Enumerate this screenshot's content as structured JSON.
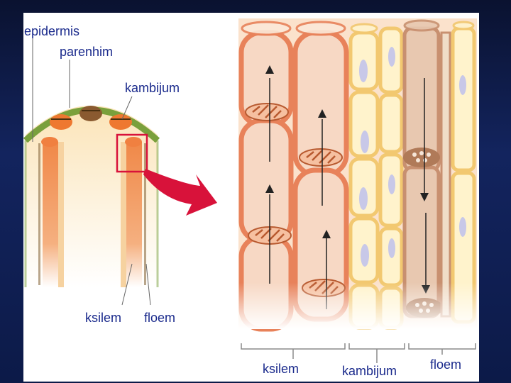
{
  "labels": {
    "epidermis": "epidermis",
    "parenhim": "parenhim",
    "kambijum_left": "kambijum",
    "ksilem_left": "ksilem",
    "floem_left": "floem",
    "ksilem_right": "ksilem",
    "kambijum_right": "kambijum",
    "floem_right": "floem"
  },
  "colors": {
    "background": "#0b1640",
    "label_text": "#1a2a8c",
    "arrow": "#d8123a",
    "xylem_wall": "#e8825a",
    "xylem_fill": "#f7d8c4",
    "cambium_fill": "#fff3cc",
    "phloem_fill": "#e0b8a0",
    "epidermis": "#7aa03c"
  }
}
